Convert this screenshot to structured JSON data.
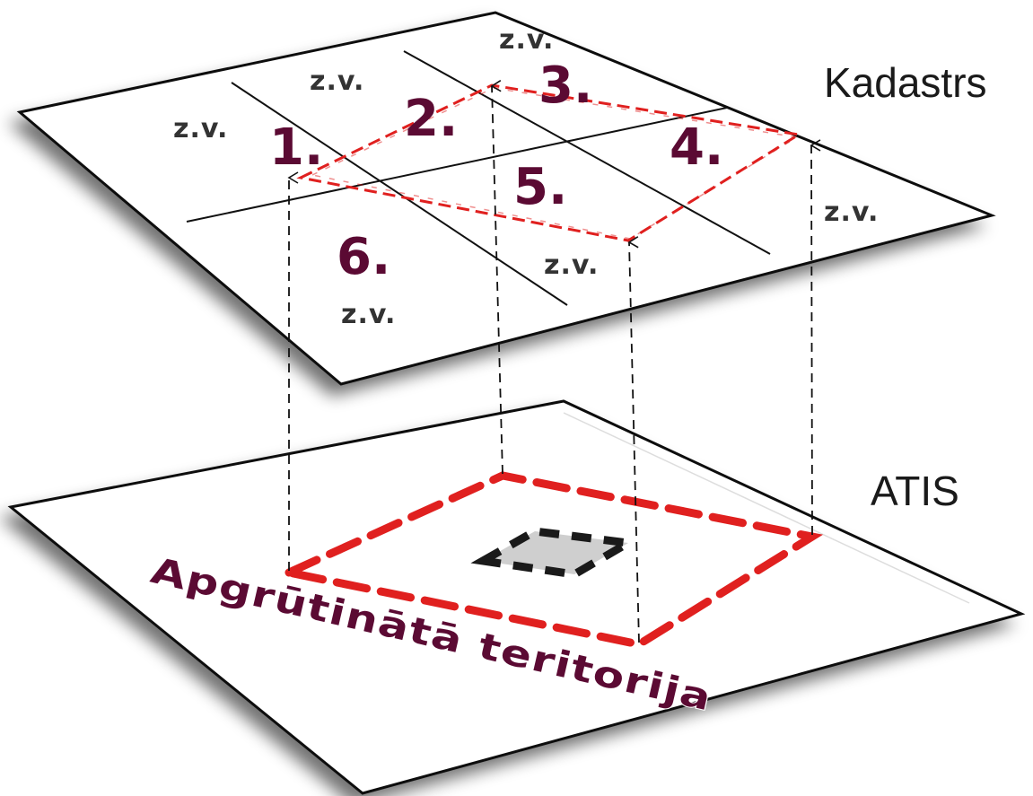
{
  "layers": {
    "top": "Kadastrs",
    "bottom": "ATIS"
  },
  "parcels": [
    "1.",
    "2.",
    "3.",
    "4.",
    "5.",
    "6."
  ],
  "zone_label": "z.v.",
  "caption": "Apgrūtinātā teritorija",
  "colors": {
    "boundary": "#e0201f",
    "number_text": "#5b0a33",
    "zone_text": "#333333",
    "plane_edge": "#111111"
  }
}
